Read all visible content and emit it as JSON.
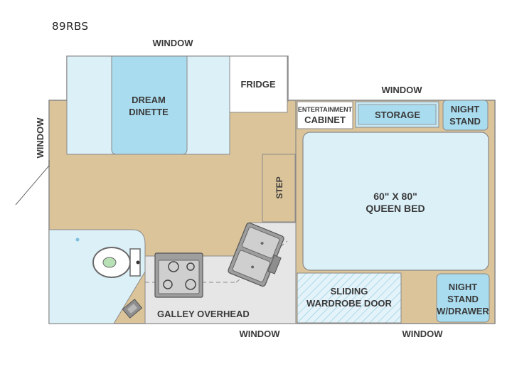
{
  "model_name": "89RBS",
  "labels": {
    "window_top_left": "WINDOW",
    "window_top_right": "WINDOW",
    "window_left": "WINDOW",
    "window_bottom_middle": "WINDOW",
    "window_bottom_right": "WINDOW",
    "dinette_line1": "DREAM",
    "dinette_line2": "DINETTE",
    "fridge": "FRIDGE",
    "entertainment_line1": "ENTERTAINMENT",
    "entertainment_line2": "CABINET",
    "storage": "STORAGE",
    "night_stand_top_line1": "NIGHT",
    "night_stand_top_line2": "STAND",
    "step": "STEP",
    "bed_line1": "60\" X 80\"",
    "bed_line2": "QUEEN BED",
    "sliding_line1": "SLIDING",
    "sliding_line2": "WARDROBE DOOR",
    "night_stand_drawer_line1": "NIGHT",
    "night_stand_drawer_line2": "STAND",
    "night_stand_drawer_line3": "W/DRAWER",
    "galley_overhead": "GALLEY OVERHEAD"
  },
  "colors": {
    "floor_tan": "#dcc49a",
    "outline": "#8a8a8a",
    "light_blue": "#dcf0f8",
    "mid_blue": "#a9dcef",
    "cabinet_blue": "#c8e8f4",
    "counter_gray": "#e6e6e6",
    "white": "#ffffff"
  }
}
